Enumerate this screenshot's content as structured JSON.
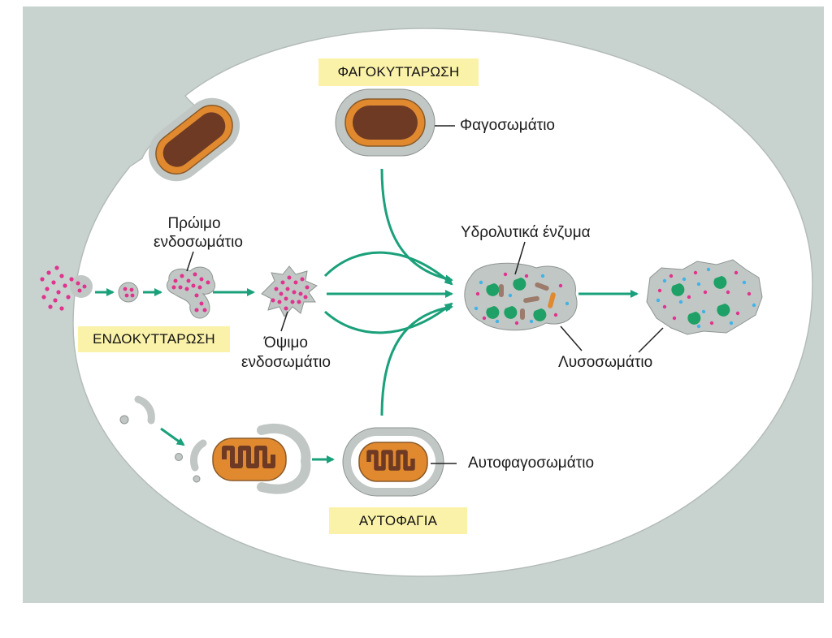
{
  "labels": {
    "phagocytosis": "ΦΑΓΟΚΥΤΤΑΡΩΣΗ",
    "endocytosis": "ΕΝΔΟΚΥΤΤΑΡΩΣΗ",
    "autophagy": "ΑΥΤΟΦΑΓΙΑ",
    "phagosome": "Φαγοσωμάτιο",
    "early_endosome_line1": "Πρώιμο",
    "early_endosome_line2": "ενδοσωμάτιο",
    "late_endosome_line1": "Όψιμο",
    "late_endosome_line2": "ενδοσωμάτιο",
    "hydrolytic_enzymes": "Υδρολυτικά ένζυμα",
    "lysosome": "Λυσοσωμάτιο",
    "autophagosome": "Αυτοφαγοσωμάτιο"
  },
  "colors": {
    "background_panel": "#c8d3cf",
    "cell_interior": "#ffffff",
    "membrane_gray": "#c1c7c4",
    "orange": "#e0892e",
    "brown": "#6e3a24",
    "magenta": "#e0338e",
    "cyan": "#41b3e6",
    "green_enzyme": "#1fa066",
    "arrow_green": "#1aa07a",
    "label_highlight": "#fbf2a9"
  }
}
